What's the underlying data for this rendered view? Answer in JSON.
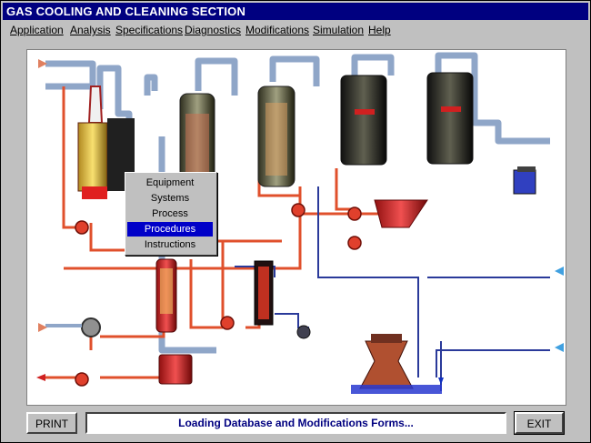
{
  "window": {
    "title": "GAS COOLING AND CLEANING SECTION"
  },
  "menu": [
    {
      "label": "Application"
    },
    {
      "label": "Analysis"
    },
    {
      "label": "Specifications"
    },
    {
      "label": "Diagnostics"
    },
    {
      "label": "Modifications"
    },
    {
      "label": "Simulation"
    },
    {
      "label": "Help"
    }
  ],
  "context_menu": {
    "items": [
      "Equipment",
      "Systems",
      "Process",
      "Procedures",
      "Instructions"
    ],
    "selected": "Procedures"
  },
  "footer": {
    "print_label": "PRINT",
    "status_text": "Loading Database and Modifications Forms...",
    "exit_label": "EXIT"
  },
  "colors": {
    "titlebar": "#000080",
    "pipe_blue": "#8fa6c8",
    "pipe_red": "#e0502c",
    "highlight": "#0000c8"
  }
}
